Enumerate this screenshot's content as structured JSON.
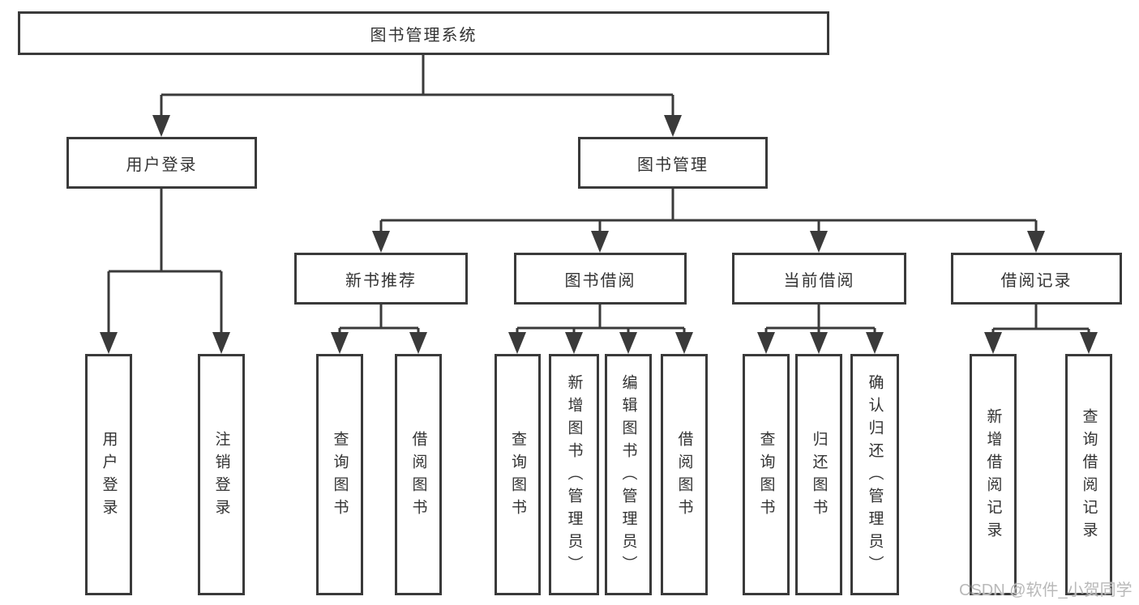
{
  "colors": {
    "line": "#3a3a3a",
    "text": "#333333",
    "background": "#ffffff",
    "watermark-color": "#b9b9b9"
  },
  "watermark": {
    "text": "CSDN @软件_小贺同学"
  },
  "diagram": {
    "root": {
      "label": "图书管理系统"
    },
    "branches": [
      {
        "label": "用户登录",
        "children": [
          {
            "label": "用户登录"
          },
          {
            "label": "注销登录"
          }
        ]
      },
      {
        "label": "图书管理",
        "children": [
          {
            "label": "新书推荐",
            "children": [
              {
                "label": "查询图书"
              },
              {
                "label": "借阅图书"
              }
            ]
          },
          {
            "label": "图书借阅",
            "children": [
              {
                "label": "查询图书"
              },
              {
                "label": "新增图书（管理员）"
              },
              {
                "label": "编辑图书（管理员）"
              },
              {
                "label": "借阅图书"
              }
            ]
          },
          {
            "label": "当前借阅",
            "children": [
              {
                "label": "查询图书"
              },
              {
                "label": "归还图书"
              },
              {
                "label": "确认归还（管理员）"
              }
            ]
          },
          {
            "label": "借阅记录",
            "children": [
              {
                "label": "新增借阅记录"
              },
              {
                "label": "查询借阅记录"
              }
            ]
          }
        ]
      }
    ]
  }
}
